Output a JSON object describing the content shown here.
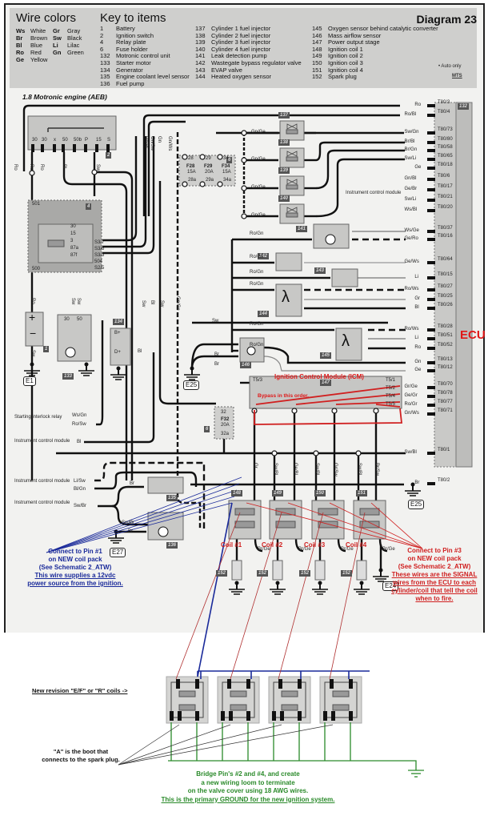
{
  "header": {
    "wire_colors_title": "Wire colors",
    "wire_colors": [
      {
        "code": "Ws",
        "name": "White"
      },
      {
        "code": "Br",
        "name": "Brown"
      },
      {
        "code": "Bl",
        "name": "Blue"
      },
      {
        "code": "Ro",
        "name": "Red"
      },
      {
        "code": "Ge",
        "name": "Yellow"
      },
      {
        "code": "Gr",
        "name": "Gray"
      },
      {
        "code": "Sw",
        "name": "Black"
      },
      {
        "code": "Li",
        "name": "Lilac"
      },
      {
        "code": "Gn",
        "name": "Green"
      }
    ],
    "key_title": "Key to items",
    "key_items": [
      {
        "num": "1",
        "name": "Battery"
      },
      {
        "num": "2",
        "name": "Ignition switch"
      },
      {
        "num": "4",
        "name": "Relay plate"
      },
      {
        "num": "6",
        "name": "Fuse holder"
      },
      {
        "num": "132",
        "name": "Motronic control unit"
      },
      {
        "num": "133",
        "name": "Starter motor"
      },
      {
        "num": "134",
        "name": "Generator"
      },
      {
        "num": "135",
        "name": "Engine coolant level sensor"
      },
      {
        "num": "136",
        "name": "Fuel pump"
      },
      {
        "num": "137",
        "name": "Cylinder 1 fuel injector"
      },
      {
        "num": "138",
        "name": "Cylinder 2 fuel injector"
      },
      {
        "num": "139",
        "name": "Cylinder 3 fuel injector"
      },
      {
        "num": "140",
        "name": "Cylinder 4 fuel injector"
      },
      {
        "num": "141",
        "name": "Leak detection pump"
      },
      {
        "num": "142",
        "name": "Wastegate bypass regulator valve"
      },
      {
        "num": "143",
        "name": "EVAP valve"
      },
      {
        "num": "144",
        "name": "Heated oxygen sensor"
      },
      {
        "num": "145",
        "name": "Oxygen sensor behind catalytic converter"
      },
      {
        "num": "146",
        "name": "Mass airflow sensor"
      },
      {
        "num": "147",
        "name": "Power output stage"
      },
      {
        "num": "148",
        "name": "Ignition coil 1"
      },
      {
        "num": "149",
        "name": "Ignition coil 2"
      },
      {
        "num": "150",
        "name": "Ignition coil 3"
      },
      {
        "num": "151",
        "name": "Ignition coil 4"
      },
      {
        "num": "152",
        "name": "Spark plug"
      }
    ],
    "diagram_title": "Diagram 23",
    "auto_only": "• Auto only",
    "mts": "MTS"
  },
  "subtitle": "1.8 Motronic engine (AEB)",
  "ignition_switch": {
    "tag": "2",
    "terminals": [
      "30",
      "30",
      "x",
      "50",
      "50b",
      "P",
      "15",
      "S"
    ]
  },
  "relay_plate": {
    "tag": "4",
    "terminals": [
      "501",
      "30",
      "15",
      "3",
      "87a",
      "87f",
      "S3/7",
      "S3/6",
      "S3/3",
      "504",
      "S2/5",
      "500"
    ]
  },
  "fuse_holder": {
    "tag": "6",
    "fuses": [
      {
        "id": "F28",
        "rating": "15A",
        "in": "28",
        "out": "28a"
      },
      {
        "id": "F29",
        "rating": "20A",
        "in": "29",
        "out": "29a"
      },
      {
        "id": "F34",
        "rating": "15A",
        "in": "34",
        "out": "34a"
      },
      {
        "id": "F32",
        "rating": "20A",
        "in": "32",
        "out": "32a"
      }
    ]
  },
  "wire_labels_left": [
    "Ro",
    "Ro",
    "Ro",
    "Bl",
    "Sw",
    "Ro/Bl",
    "Gn/Sw",
    "Gn",
    "Gn/Ws",
    "Sw",
    "Sw",
    "Sw",
    "Bl",
    "Sw",
    "Gn/Ge"
  ],
  "ecu": {
    "label": "ECU",
    "tag": "132",
    "pins": [
      {
        "pin": "T80/3",
        "wire": "Ro"
      },
      {
        "pin": "T80/4",
        "wire": "Ro/Bl"
      },
      {
        "pin": "T80/73",
        "wire": "Sw/Gn"
      },
      {
        "pin": "T80/80",
        "wire": "Br/Bl"
      },
      {
        "pin": "T80/58",
        "wire": "Br/Gn"
      },
      {
        "pin": "T80/65",
        "wire": "Sw/Li"
      },
      {
        "pin": "T80/18",
        "wire": "Ge"
      },
      {
        "pin": "T80/6",
        "wire": "Gn/Bl"
      },
      {
        "pin": "T80/17",
        "wire": "Ge/Br"
      },
      {
        "pin": "T80/21",
        "wire": "Sw/Li"
      },
      {
        "pin": "T80/20",
        "wire": "Ws/Bl"
      },
      {
        "pin": "T80/37",
        "wire": "Ws/Ge"
      },
      {
        "pin": "T80/16",
        "wire": "Ge/Ro"
      },
      {
        "pin": "T80/64",
        "wire": "Ge/Ws"
      },
      {
        "pin": "T80/15",
        "wire": "Li"
      },
      {
        "pin": "T80/27",
        "wire": "Ro/Ws"
      },
      {
        "pin": "T80/25",
        "wire": "Gr"
      },
      {
        "pin": "T80/26",
        "wire": "Bl"
      },
      {
        "pin": "T80/28",
        "wire": "Ro/Ws"
      },
      {
        "pin": "T80/51",
        "wire": "Li"
      },
      {
        "pin": "T80/52",
        "wire": "Ro"
      },
      {
        "pin": "T80/13",
        "wire": "Gn"
      },
      {
        "pin": "T80/12",
        "wire": "Ge"
      },
      {
        "pin": "T80/70",
        "wire": "Gr/Ge"
      },
      {
        "pin": "T80/78",
        "wire": "Ge/Gr"
      },
      {
        "pin": "T80/77",
        "wire": "Ro/Gr"
      },
      {
        "pin": "T80/71",
        "wire": "Gn/Ws"
      },
      {
        "pin": "T80/1",
        "wire": "Sw/Bl"
      },
      {
        "pin": "T80/2",
        "wire": "Br"
      }
    ]
  },
  "injectors": [
    {
      "tag": "137",
      "wire": "Gn/Ge"
    },
    {
      "tag": "138",
      "wire": "Gn/Ge"
    },
    {
      "tag": "139",
      "wire": "Gn/Ge"
    },
    {
      "tag": "140",
      "wire": "Gn/Ge"
    }
  ],
  "instrument_control_module": "Instrument control module",
  "components": {
    "leak_pump": {
      "tag": "141",
      "wire": "Ro/Gn"
    },
    "wastegate": {
      "tag": "142",
      "wire": "Ro/Gn"
    },
    "evap": {
      "tag": "143",
      "wire": "Ro/Gn"
    },
    "o2_front": {
      "tag": "144",
      "wire": "Ro/Gn"
    },
    "o2_rear": {
      "tag": "145",
      "wire": "Ro/Gn"
    },
    "maf": {
      "tag": "146",
      "wires": [
        "Sw",
        "Ro/Gn",
        "Br",
        "Br"
      ]
    },
    "starter": {
      "tag": "133",
      "terminals": [
        "30",
        "50"
      ]
    },
    "generator": {
      "tag": "134",
      "terminals": [
        "B+",
        "D+"
      ],
      "wire": "Bl"
    },
    "battery": {
      "tag": "1",
      "wire_top": "Ro",
      "wire_bottom": "Sw"
    },
    "coolant_sensor": {
      "tag": "135",
      "wire": "Br"
    },
    "fuel_pump": {
      "tag": "136",
      "wires": [
        "Sw/Br",
        "Br"
      ]
    }
  },
  "left_labels": {
    "starting_interlock": "Starting interlock relay",
    "starting_wires": [
      "Ws/Gn",
      "Ro/Sw"
    ],
    "icm1": "Instrument control module",
    "icm1_wire": "Bl",
    "icm2": "Instrument control module",
    "icm2_wires": [
      "Li/Sw",
      "Bl/Gn"
    ],
    "icm3": "Instrument control module",
    "icm3_wire": "Sw/Br"
  },
  "grounds": [
    "E1",
    "E25",
    "E25",
    "E27",
    "E24"
  ],
  "icm": {
    "title": "Ignition Control Module (ICM)",
    "tag": "147",
    "bypass": "Bypass in this order.",
    "pins": [
      "T5/3",
      "T5/1",
      "T5/2",
      "T5/4",
      "T5/5",
      "T4a/1",
      "T4a/2",
      "T4a/3",
      "T4a/4"
    ]
  },
  "coil_wires": [
    "Gr",
    "Sw/Bl",
    "Ge/Bl",
    "Sw/Bl",
    "Gr/Sw",
    "Sw/Bl",
    "Br/Sw"
  ],
  "coils": [
    {
      "tag": "148",
      "label": "Coil #1"
    },
    {
      "tag": "149",
      "label": "Coil #2"
    },
    {
      "tag": "150",
      "label": "Coil #3"
    },
    {
      "tag": "151",
      "label": "Coil #4"
    }
  ],
  "coil_ground_wire": "Br/Ge",
  "spark_plug_tag": "152",
  "notes": {
    "pin1": [
      "Connect to Pin #1",
      "on NEW coil pack",
      "(See Schematic 2_ATW)"
    ],
    "pin1_u": [
      "This wire supplies a 12vdc",
      "power source from the ignition."
    ],
    "pin3": [
      "Connect to Pin #3",
      "on NEW coil pack",
      "(See Schematic 2_ATW)"
    ],
    "pin3_u": [
      "These wires are the SIGNAL",
      "wires from the ECU to each",
      "cylinder/coil that tell the coil",
      "when to fire."
    ],
    "new_revision": "New revision \"E/F\" or \"R\" coils ->",
    "boot": [
      "\"A\" is the boot that",
      "connects to the spark plug."
    ],
    "bridge": [
      "Bridge Pin's #2 and #4, and create",
      "a new wiring loom to terminate",
      "on the valve cover using 18 AWG wires."
    ],
    "bridge_u": "This is the primary GROUND for the new ignition system."
  },
  "colors": {
    "signal_red": "#d02020",
    "power_blue": "#1a2a9a",
    "ground_green": "#2a8a2a",
    "ecu_red": "#e01818"
  }
}
